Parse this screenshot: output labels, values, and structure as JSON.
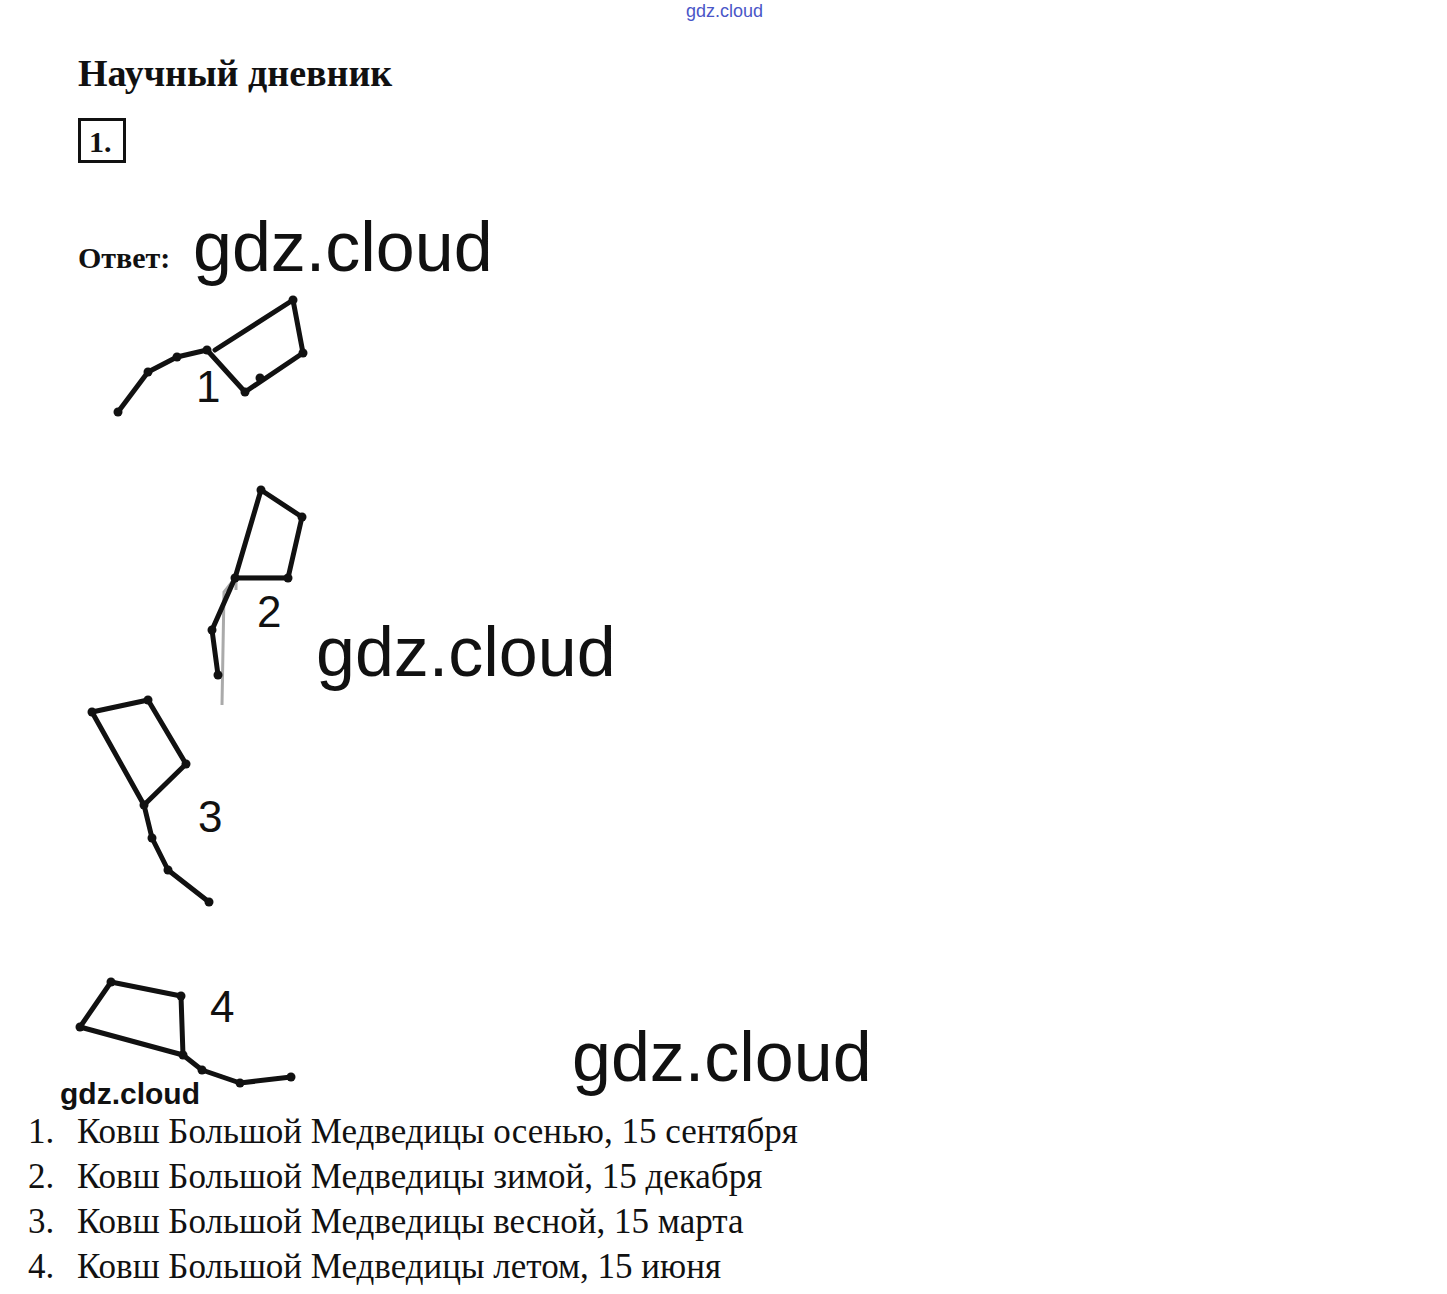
{
  "diagram": {
    "title": "Научный дневник",
    "nodes": [
      {
        "text": [
          "1."
        ]
      }
    ],
    "labels": [
      "gdz.cloud",
      "Ответ:",
      "gdz.cloud",
      "1",
      "2",
      "gdz.cloud",
      "3",
      "4",
      "gdz.cloud",
      "gdz.cloud",
      "1.",
      "Ковш Большой Медведицы осенью, 15 сентября",
      "2.",
      "Ковш Большой Медведицы зимой, 15 декабря",
      "3.",
      "Ковш Большой Медведицы весной, 15 марта",
      "4.",
      "Ковш Большой Медведицы летом, 15 июня"
    ]
  }
}
